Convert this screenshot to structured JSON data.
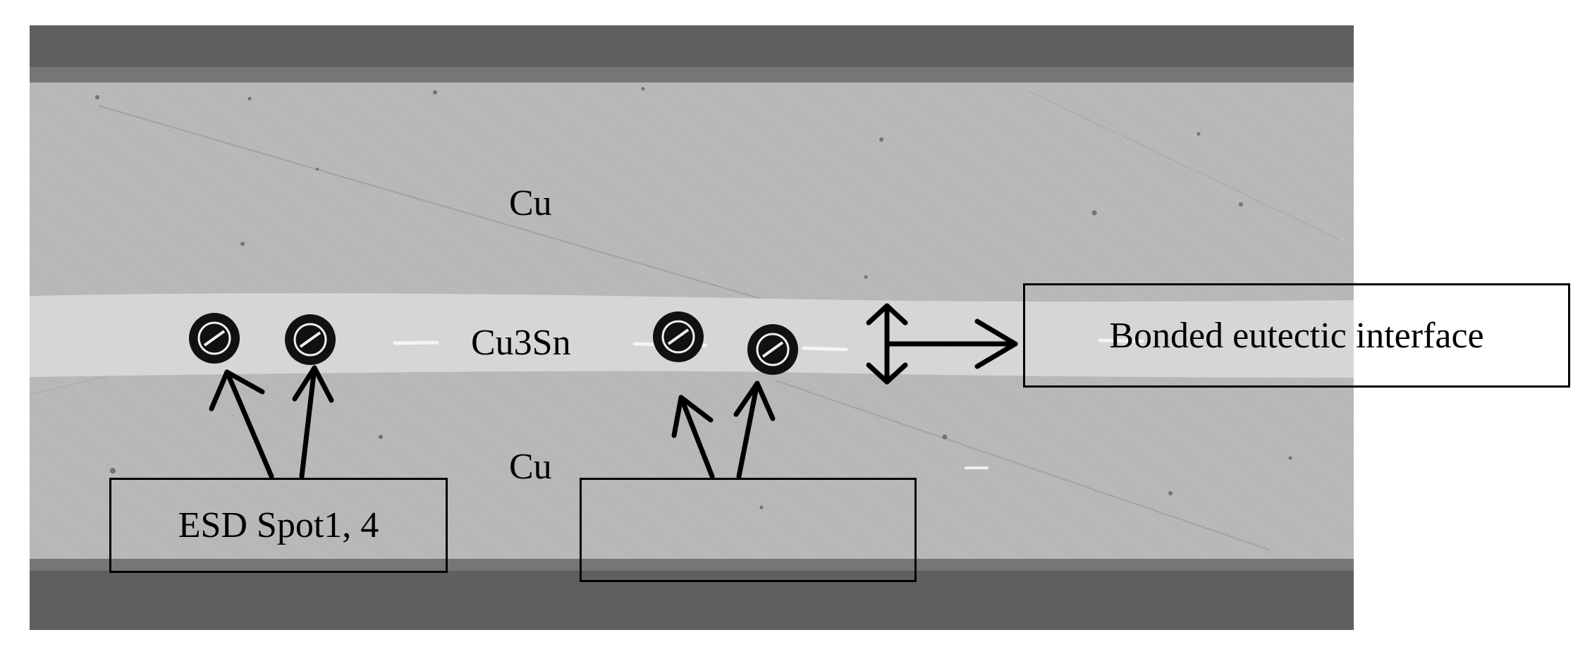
{
  "figure": {
    "layer_labels": {
      "top": "Cu",
      "middle": "Cu3Sn",
      "bottom": "Cu"
    },
    "callouts": {
      "esd_spots": "ESD Spot1, 4",
      "empty_box": "",
      "interface": "Bonded eutectic interface"
    },
    "colors": {
      "outer_band": "#5f5f5f",
      "outer_band_inner": "#7a7a7a",
      "copper": "#b8b8b8",
      "intermetallic": "#d8d8d8",
      "marker": "#000000",
      "annotation": "#000000"
    }
  }
}
